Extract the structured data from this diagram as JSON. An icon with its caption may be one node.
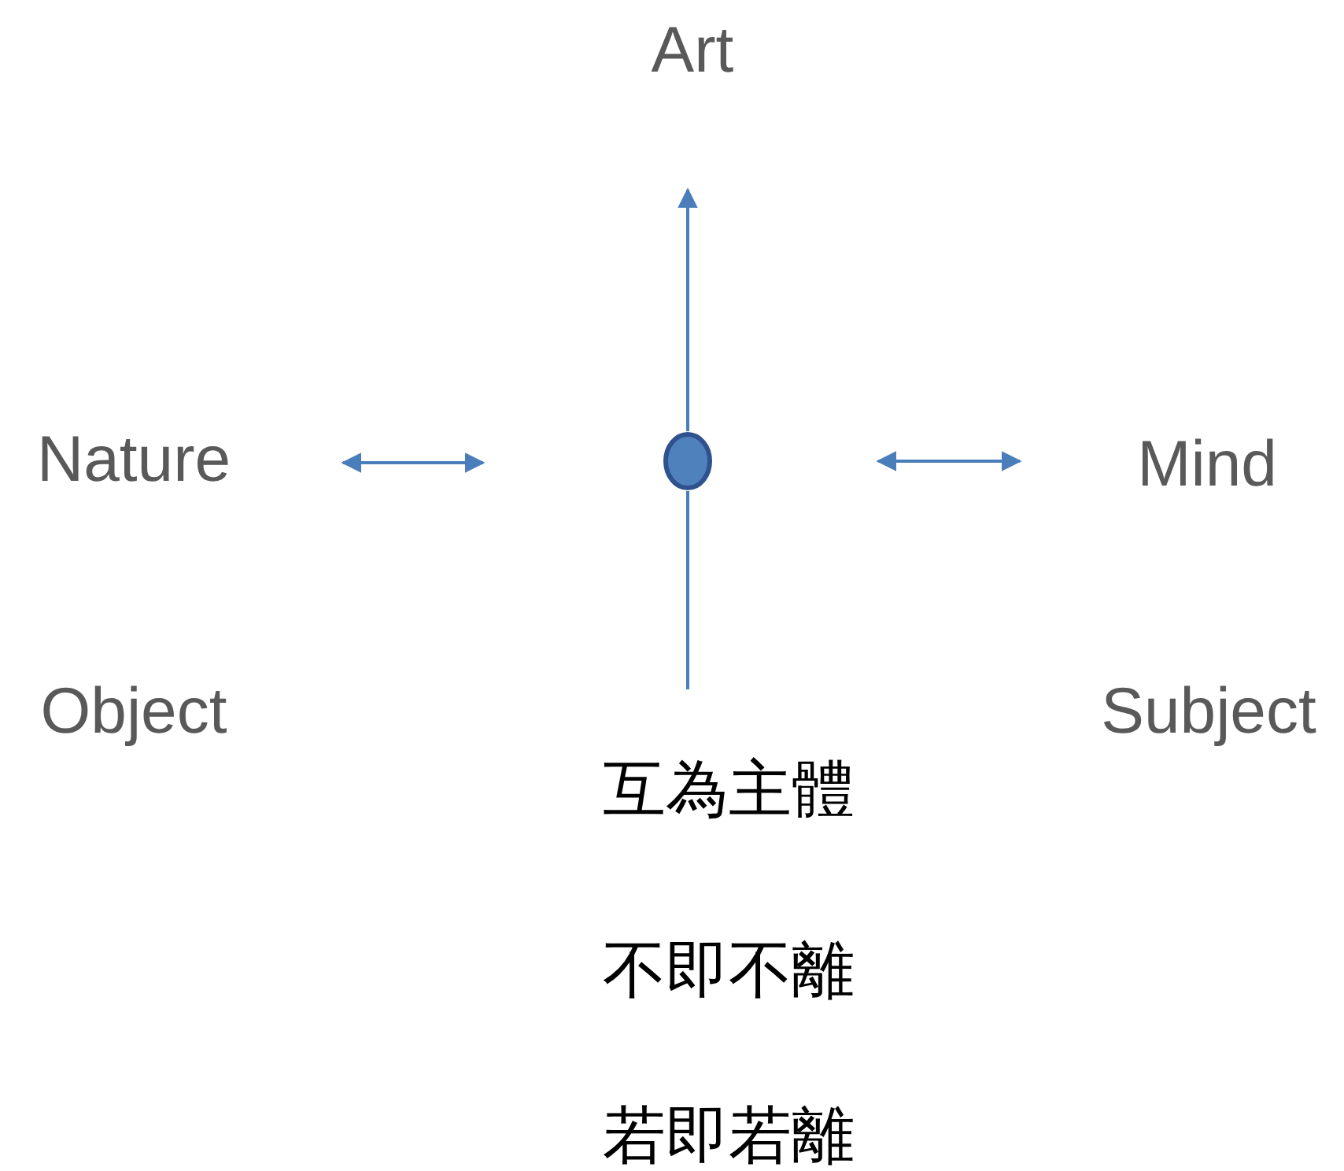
{
  "diagram": {
    "nodes": [
      {
        "text": [
          "Art"
        ]
      },
      {
        "text": [
          "Nature"
        ]
      },
      {
        "text": [
          "Mind"
        ]
      },
      {
        "text": [],
        "shape": "circle"
      },
      {
        "text": [
          "Object"
        ]
      },
      {
        "text": [
          "Subject"
        ]
      },
      {
        "text": [
          "互為主體"
        ]
      },
      {
        "text": [
          "不即不離"
        ]
      },
      {
        "text": [
          "若即若離"
        ]
      }
    ],
    "edges": [
      {
        "from": 3,
        "to": 0,
        "arrow": "to"
      },
      {
        "from": 3,
        "to": 6,
        "arrow": "none"
      }
    ]
  }
}
